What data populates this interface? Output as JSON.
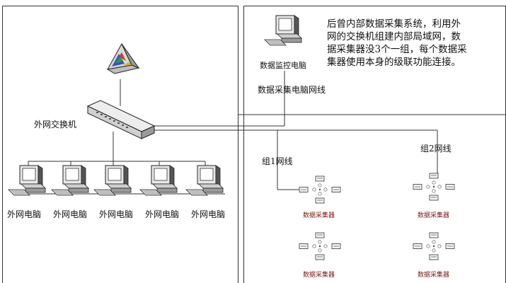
{
  "description_lines": [
    "后曾内部数据采集系统，利用外",
    "网的交换机组建内部局域网，数",
    "据采集器没3个一组，每个数据采",
    "集器使用本身的级联功能连接。"
  ],
  "monitor_pc_label": "数据监控电脑",
  "collector_cable_label": "数据采集电脑网线",
  "switch_label": "外网交换机",
  "external_pcs": [
    "外网电脑",
    "外网电脑",
    "外网电脑",
    "外网电脑",
    "外网电脑"
  ],
  "group1_label": "组1网线",
  "group2_label": "组2网线",
  "collector_label": "数据采集器",
  "collector_labels": [
    "数据采集器",
    "数据采集器",
    "数据采集器",
    "数据采集器"
  ]
}
